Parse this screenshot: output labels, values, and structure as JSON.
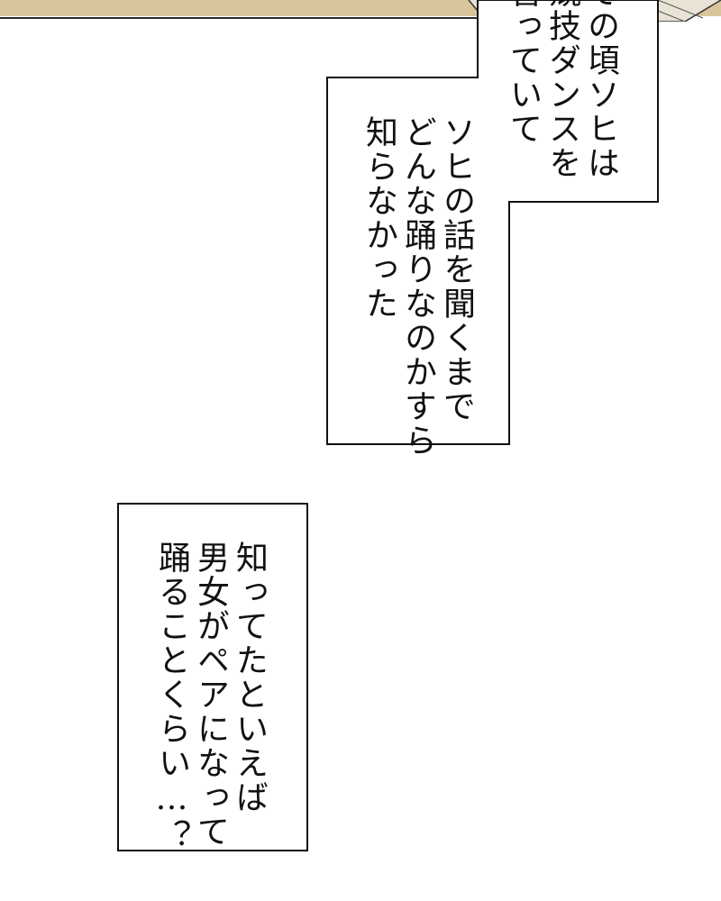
{
  "bubble_top": {
    "lines": [
      "その頃ソヒは",
      "競技ダンスを",
      "習っていて"
    ]
  },
  "bubble_middle": {
    "lines": [
      "ソヒの話を聞くまで",
      "どんな踊りなのかすら",
      "知らなかった"
    ]
  },
  "bubble_bottom": {
    "lines": [
      "知ってたといえば",
      "男女がペアになって",
      "踊ることくらい…？"
    ]
  },
  "colors": {
    "art_tan": "#d7c39a",
    "border": "#111111",
    "background": "#ffffff"
  }
}
